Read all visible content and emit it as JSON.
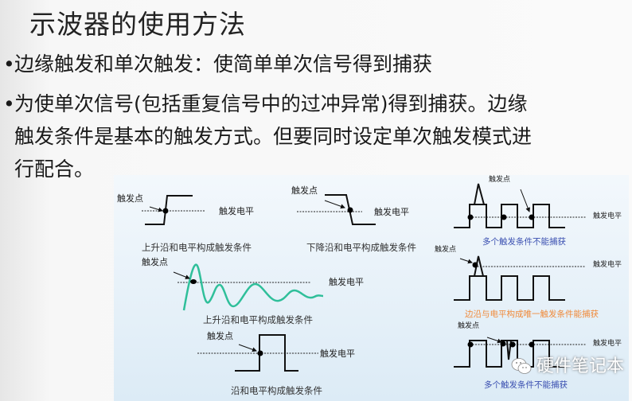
{
  "title": "示波器的使用方法",
  "bullets": [
    {
      "text": "边缘触发和单次触发：使简单单次信号得到捕获"
    },
    {
      "lines": [
        "为使单次信号(包括重复信号中的过冲异常)得到捕获。边缘",
        "触发条件是基本的触发方式。但要同时设定单次触发模式进",
        "行配合。"
      ]
    }
  ],
  "figure": {
    "trigger_point": "触发点",
    "trigger_level": "触发电平",
    "captions": {
      "rising": "上升沿和电平构成触发条件",
      "falling": "下降沿和电平构成触发条件",
      "ringing": "上升沿和电平构成触发条件",
      "pulse": "沿和电平构成触发条件",
      "multi1": "多个触发条件不能捕获",
      "unique": "边沿与电平构成唯一触发条件能捕获",
      "multi2": "多个触发条件不能捕获"
    },
    "colors": {
      "wave_teal": "#2fbf9a",
      "caption_blue": "#3a4fb0",
      "caption_orange": "#f08a3a"
    }
  },
  "watermark": {
    "text": "硬件笔记本",
    "icon": "wechat-icon"
  }
}
